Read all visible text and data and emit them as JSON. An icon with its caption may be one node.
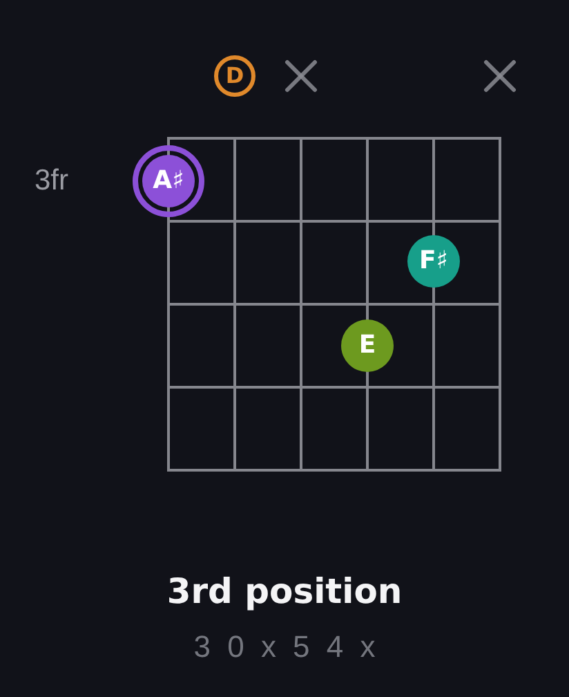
{
  "diagram": {
    "title": "3rd position",
    "nodes": [
      {
        "text": [
          "D"
        ]
      },
      {
        "text": [
          "A♯"
        ]
      },
      {
        "text": [
          "F♯"
        ]
      },
      {
        "text": [
          "E"
        ]
      }
    ],
    "labels": [
      "3fr",
      "3 0 x 5 4 x"
    ]
  }
}
